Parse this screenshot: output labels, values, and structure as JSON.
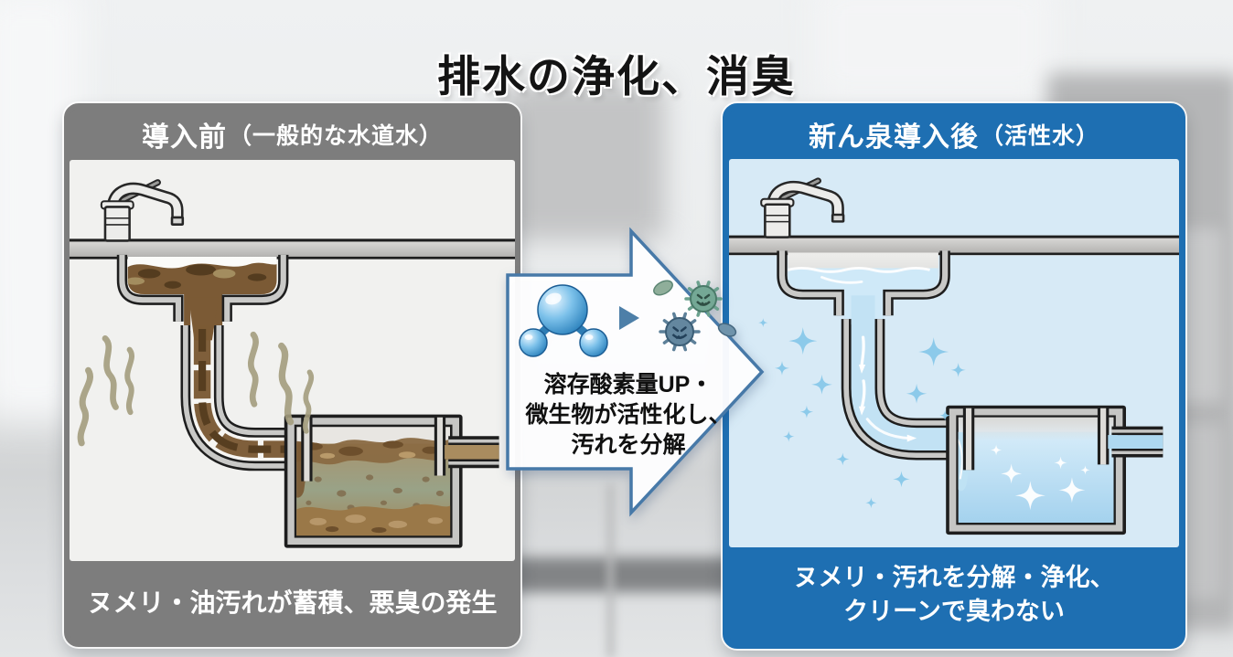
{
  "title": "排水の浄化、消臭",
  "before_panel": {
    "header_main": "導入前",
    "header_sub": "（一般的な水道水）",
    "footer": "ヌメリ・油汚れが蓄積、悪臭の発生"
  },
  "after_panel": {
    "header_main": "新ん泉導入後",
    "header_sub": "（活性水）",
    "footer_lines": [
      "ヌメリ・汚れを分解・浄化、",
      "クリーンで臭わない"
    ]
  },
  "arrow": {
    "caption_lines": [
      "溶存酸素量UP・",
      "微生物が活性化し、",
      "汚れを分解"
    ],
    "icons": [
      "water-molecule-icon",
      "triangle-right-icon",
      "microbes-icon"
    ]
  },
  "colors": {
    "before_gray": "#7d7d7d",
    "after_blue": "#1e6fb2",
    "before_body_bg": "#f1f1ef",
    "after_body_bg": "#d7eaf6",
    "dirt_brown": "#7b5a35",
    "odor_wave_khaki": "#a49d7e",
    "clean_water_blue": "#aed8f0",
    "sparkle_blue": "#8ccaea",
    "arrow_outline_blue": "#4779a8",
    "title_text": "#141414"
  }
}
